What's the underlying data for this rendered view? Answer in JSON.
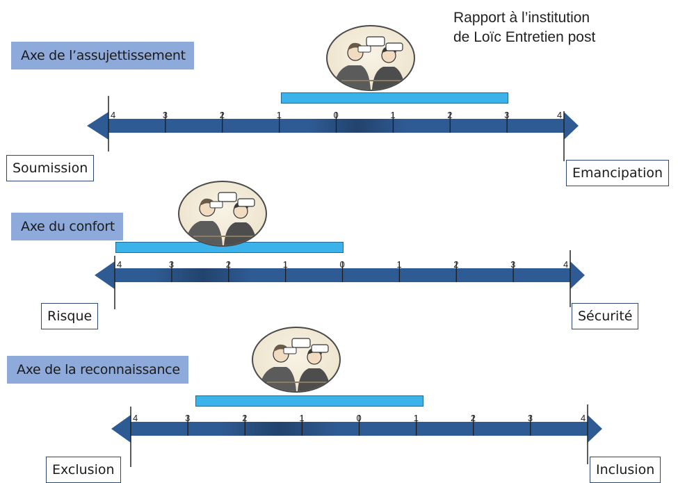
{
  "title": {
    "line1": "Rapport à l’institution",
    "line2": "de Loïc Entretien post"
  },
  "axes": [
    {
      "label": "Axe de l’assujettissement",
      "left_pole": "Soumission",
      "right_pole": "Emancipation",
      "ticks": [
        "4",
        "3",
        "2",
        "1",
        "0",
        "1",
        "2",
        "3",
        "4"
      ],
      "range": {
        "from_index": 3,
        "to_index": 7
      },
      "image": "interview-scene-icon"
    },
    {
      "label": "Axe du confort",
      "left_pole": "Risque",
      "right_pole": "Sécurité",
      "ticks": [
        "4",
        "3",
        "2",
        "1",
        "0",
        "1",
        "2",
        "3",
        "4"
      ],
      "range": {
        "from_index": 0,
        "to_index": 4
      },
      "image": "interview-scene-icon"
    },
    {
      "label": "Axe de la reconnaissance",
      "left_pole": "Exclusion",
      "right_pole": "Inclusion",
      "ticks": [
        "4",
        "3",
        "2",
        "1",
        "0",
        "1",
        "2",
        "3",
        "4"
      ],
      "range": {
        "from_index": 1,
        "to_index": 5
      },
      "image": "interview-scene-icon"
    }
  ],
  "colors": {
    "axis_arrow": "#2f5b94",
    "axis_arrow_dark": "#26476f",
    "range_bar": "#3bb3ea",
    "label_bg": "#8eaadb"
  }
}
